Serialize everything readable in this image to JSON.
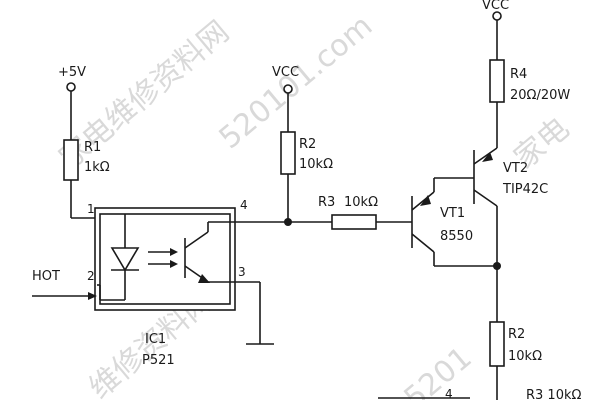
{
  "watermark": {
    "site_cn": "家电维修资料网",
    "site_url": "520101.com",
    "site_cn_right": "家电",
    "bottom_url": "5201",
    "bottom_cn": "维修资料网"
  },
  "rails": {
    "plus5v": "+5V",
    "vcc_left": "VCC",
    "vcc_top": "VCC"
  },
  "components": {
    "r1": {
      "name": "R1",
      "value": "1kΩ"
    },
    "r2a": {
      "name": "R2",
      "value": "10kΩ"
    },
    "r3a": {
      "name": "R3",
      "value": "10kΩ"
    },
    "r4": {
      "name": "R4",
      "value": "20Ω/20W"
    },
    "vt1": {
      "name": "VT1",
      "part": "8550"
    },
    "vt2": {
      "name": "VT2",
      "part": "TIP42C"
    },
    "ic1": {
      "name": "IC1",
      "part": "P521"
    },
    "r2b": {
      "name": "R2",
      "value": "10kΩ"
    },
    "r3b": {
      "label": "R3 10kΩ"
    }
  },
  "pins": {
    "p1": "1",
    "p2": "2",
    "p3": "3",
    "p4": "4",
    "p4b": "4"
  },
  "signals": {
    "hot": "HOT"
  }
}
